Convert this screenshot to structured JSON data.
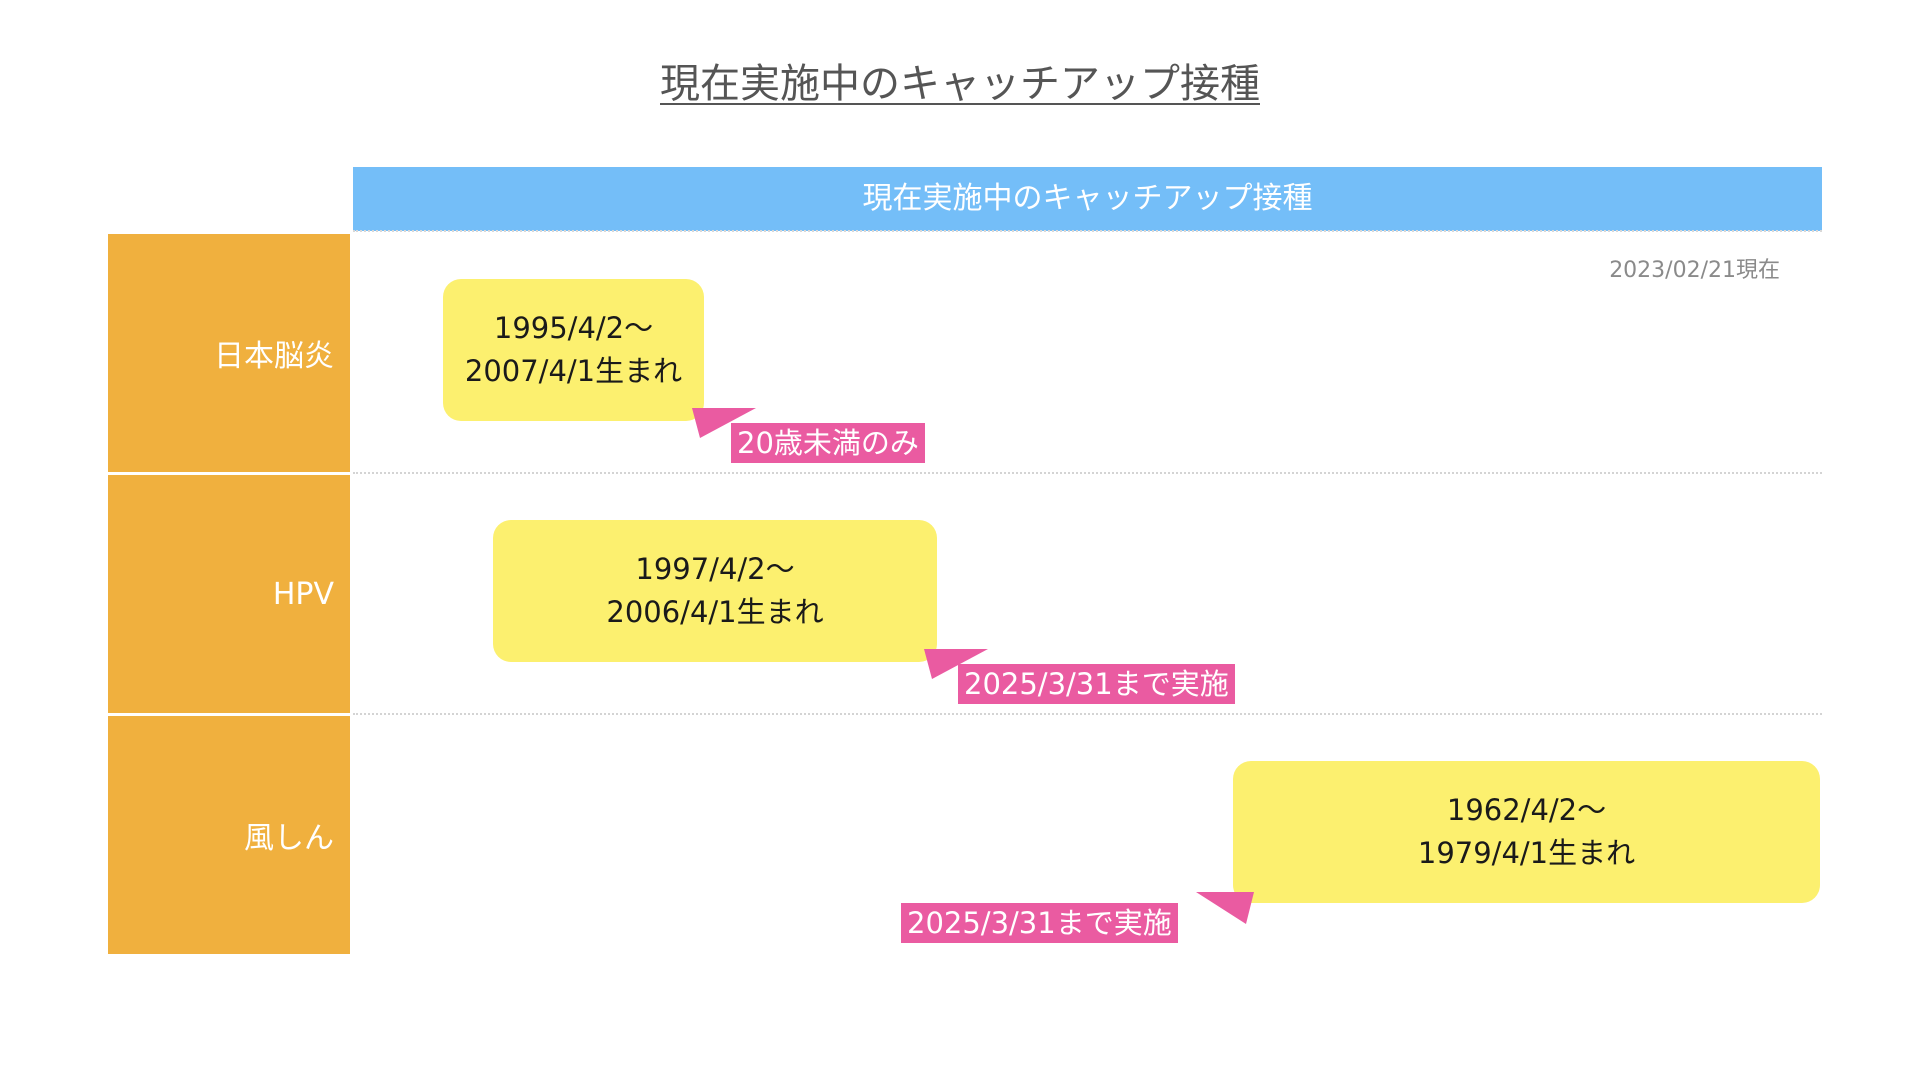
{
  "title": "現在実施中のキャッチアップ接種",
  "header": {
    "label": "現在実施中のキャッチアップ接種",
    "as_of": "2023/02/21現在"
  },
  "rows": [
    {
      "label": "日本脳炎",
      "range_start": "1995/4/2〜",
      "range_end": "2007/4/1生まれ",
      "note": "20歳未満のみ"
    },
    {
      "label": "HPV",
      "range_start": "1997/4/2〜",
      "range_end": "2006/4/1生まれ",
      "note": "2025/3/31まで実施"
    },
    {
      "label": "風しん",
      "range_start": "1962/4/2〜",
      "range_end": "1979/4/1生まれ",
      "note": "2025/3/31まで実施"
    }
  ],
  "colors": {
    "header_bar": "#74bef8",
    "row_label": "#f0b03e",
    "range_box": "#fcf06f",
    "note_tag": "#ea5ba1"
  }
}
